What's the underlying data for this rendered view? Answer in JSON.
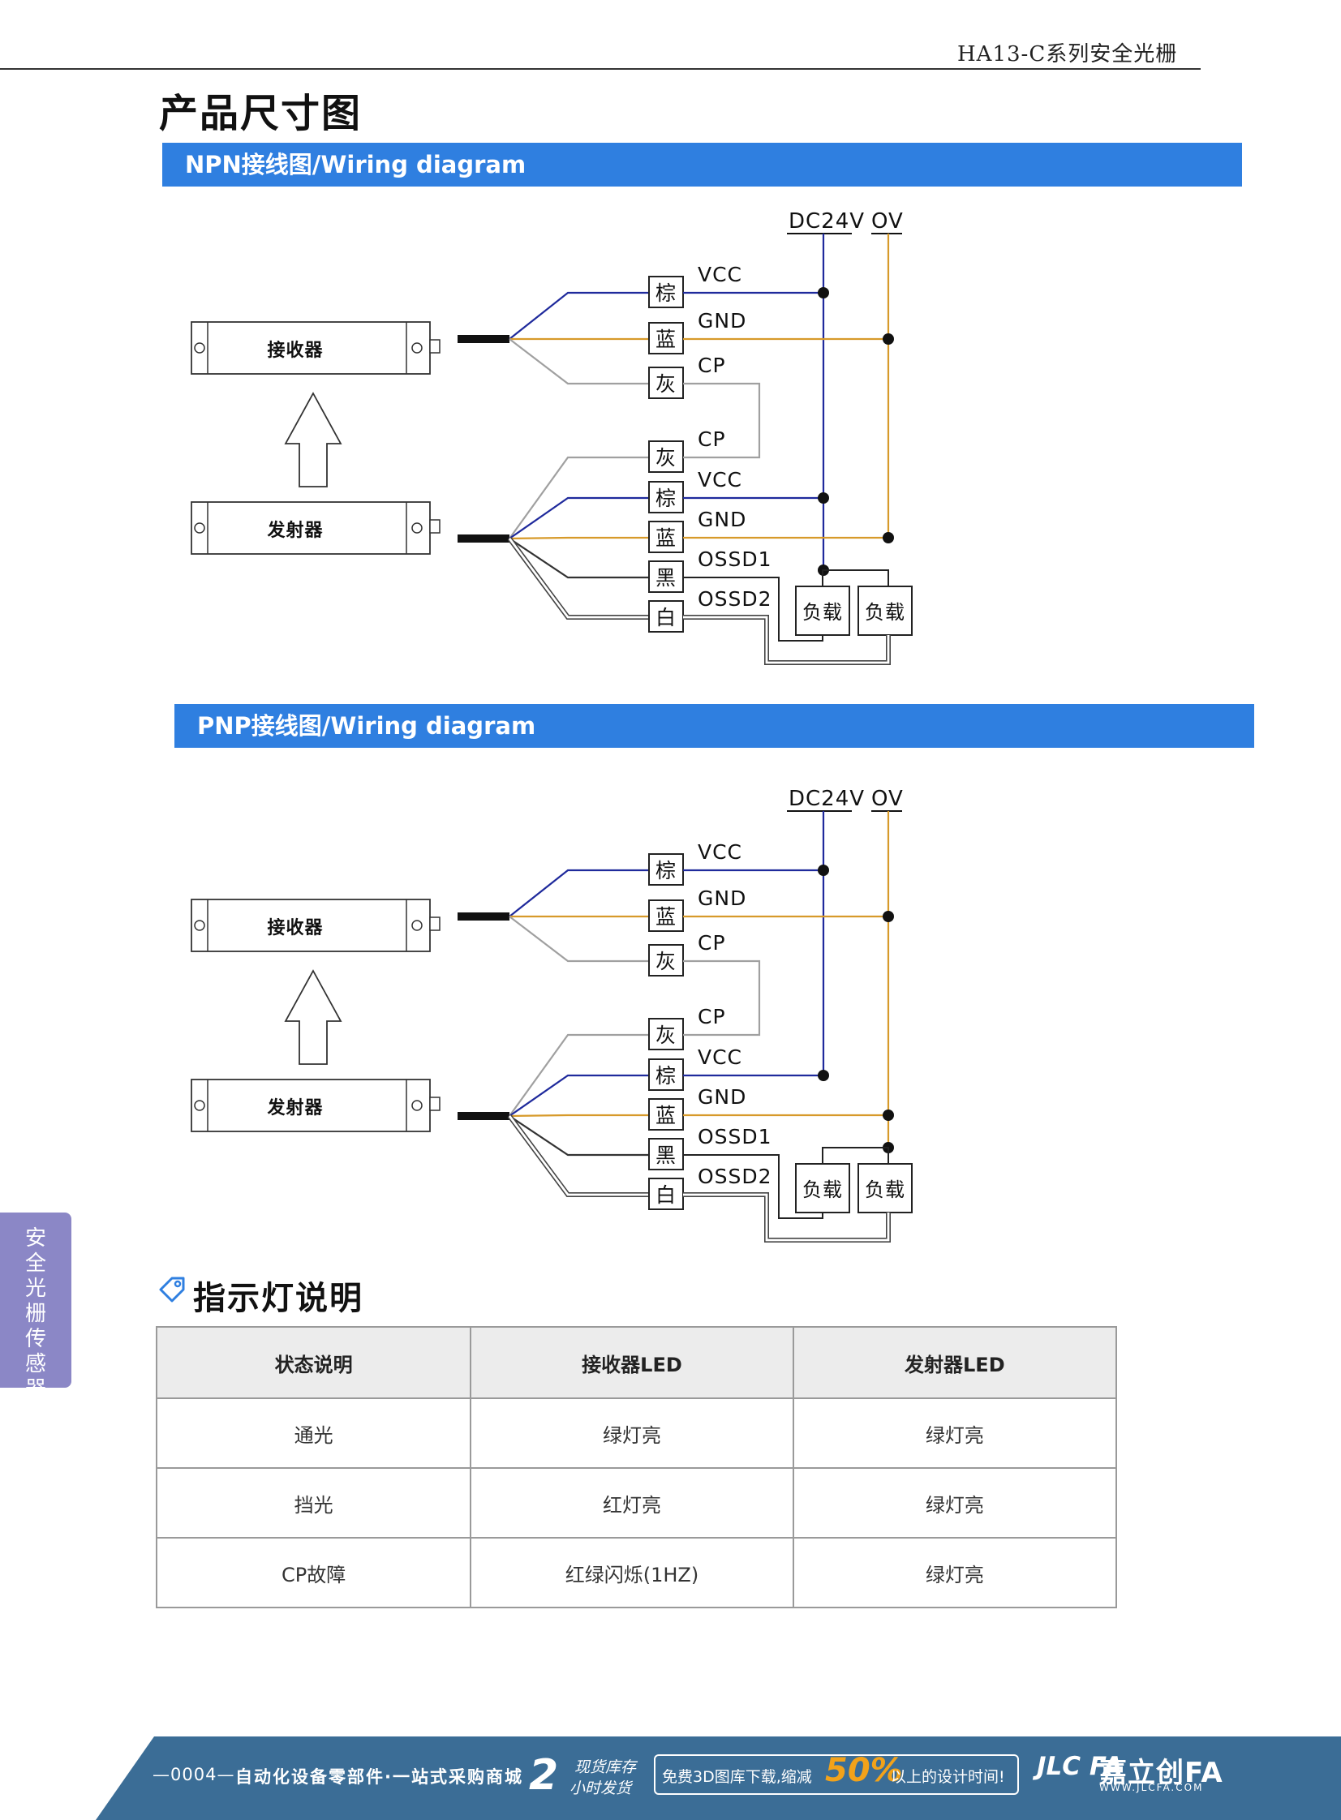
{
  "header": {
    "title": "HA13-C系列安全光栅"
  },
  "page_title": "产品尺寸图",
  "npn": {
    "banner": "NPN接线图/Wiring diagram",
    "receiver": "接收器",
    "emitter": "发射器",
    "dc_label": "DC24V",
    "ov_label": "OV",
    "rx_wires": [
      {
        "color_label": "棕",
        "signal": "VCC"
      },
      {
        "color_label": "蓝",
        "signal": "GND"
      },
      {
        "color_label": "灰",
        "signal": "CP"
      }
    ],
    "tx_wires": [
      {
        "color_label": "灰",
        "signal": "CP"
      },
      {
        "color_label": "棕",
        "signal": "VCC"
      },
      {
        "color_label": "蓝",
        "signal": "GND"
      },
      {
        "color_label": "黑",
        "signal": "OSSD1"
      },
      {
        "color_label": "白",
        "signal": "OSSD2"
      }
    ],
    "load1": "负载",
    "load2": "负载"
  },
  "pnp": {
    "banner": "PNP接线图/Wiring diagram",
    "receiver": "接收器",
    "emitter": "发射器",
    "dc_label": "DC24V",
    "ov_label": "OV",
    "rx_wires": [
      {
        "color_label": "棕",
        "signal": "VCC"
      },
      {
        "color_label": "蓝",
        "signal": "GND"
      },
      {
        "color_label": "灰",
        "signal": "CP"
      }
    ],
    "tx_wires": [
      {
        "color_label": "灰",
        "signal": "CP"
      },
      {
        "color_label": "棕",
        "signal": "VCC"
      },
      {
        "color_label": "蓝",
        "signal": "GND"
      },
      {
        "color_label": "黑",
        "signal": "OSSD1"
      },
      {
        "color_label": "白",
        "signal": "OSSD2"
      }
    ],
    "load1": "负载",
    "load2": "负载"
  },
  "wire_colors": {
    "vcc": "#1f2a9c",
    "gnd": "#d79a2a",
    "cp": "#a0a0a0",
    "ossd": "#333333"
  },
  "led_section": {
    "heading": "指示灯说明",
    "headers": [
      "状态说明",
      "接收器LED",
      "发射器LED"
    ],
    "rows": [
      [
        "通光",
        "绿灯亮",
        "绿灯亮"
      ],
      [
        "挡光",
        "红灯亮",
        "绿灯亮"
      ],
      [
        "CP故障",
        "红绿闪烁(1HZ)",
        "绿灯亮"
      ]
    ]
  },
  "side_tab": "安全光栅传感器",
  "footer": {
    "page": "—0004—",
    "slogan": "自动化设备零部件·一站式采购商城",
    "stock_num": "2",
    "stock_l1": "现货库存",
    "stock_l2": "小时发货",
    "promo_pre": "免费3D图库下载,缩减",
    "promo_pct": "50%",
    "promo_post": "以上的设计时间!",
    "logo_mark": "JLC FA",
    "logo_name": "嘉立创FA",
    "logo_url": "WWW.JLCFA.COM",
    "bar_color": "#3b6d96"
  }
}
